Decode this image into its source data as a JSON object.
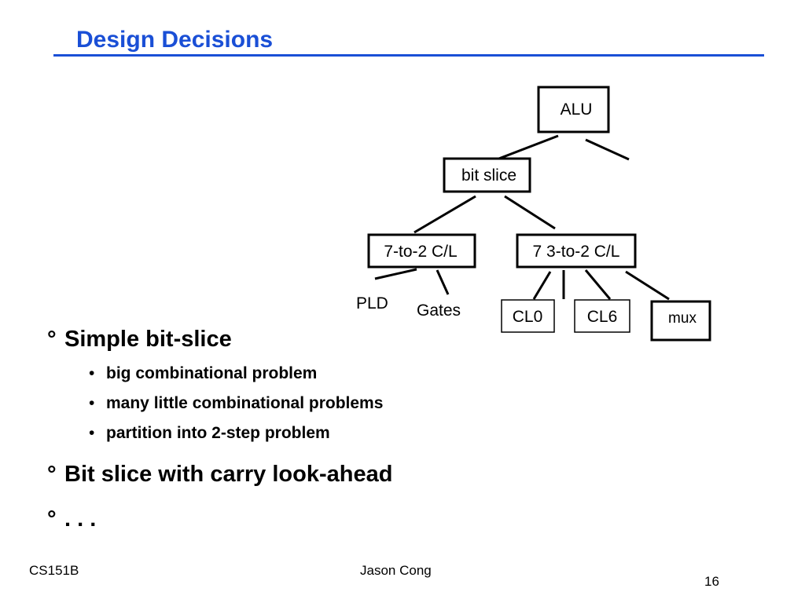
{
  "slide": {
    "title": "Design Decisions",
    "diagram": {
      "nodes": {
        "alu": "ALU",
        "bit_slice": "bit slice",
        "c72": "7-to-2 C/L",
        "c732": "7 3-to-2 C/L",
        "pld": "PLD",
        "gates": "Gates",
        "cl0": "CL0",
        "cl6": "CL6",
        "mux": "mux"
      }
    },
    "bullets": [
      {
        "mark": "°",
        "text": "Simple bit-slice",
        "sub": [
          {
            "mark": "•",
            "text": "big combinational problem"
          },
          {
            "mark": "•",
            "text": "many little combinational problems"
          },
          {
            "mark": "•",
            "text": "partition into 2-step problem"
          }
        ]
      },
      {
        "mark": "°",
        "text": "Bit slice with carry look-ahead"
      },
      {
        "mark": "°",
        "text": ". . ."
      }
    ],
    "footer": {
      "course": "CS151B",
      "author": "Jason Cong",
      "page": "16"
    }
  }
}
